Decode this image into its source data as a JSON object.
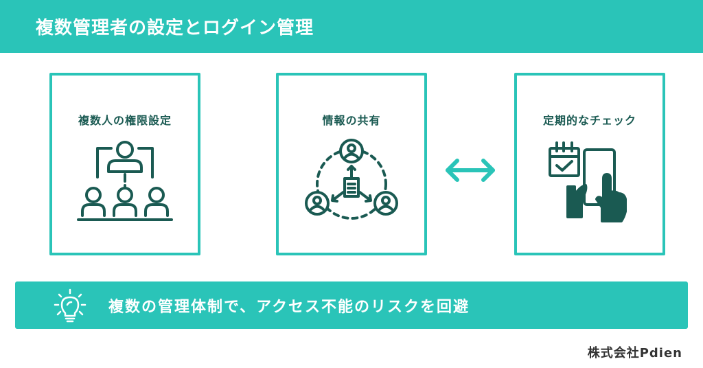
{
  "header": {
    "title": "複数管理者の設定とログイン管理"
  },
  "cards": [
    {
      "label": "複数人の権限設定",
      "icon": "team-hierarchy-icon"
    },
    {
      "label": "情報の共有",
      "icon": "information-sharing-icon"
    },
    {
      "label": "定期的なチェック",
      "icon": "calendar-check-phone-icon"
    }
  ],
  "connector": {
    "icon": "double-arrow-icon"
  },
  "banner": {
    "text": "複数の管理体制で、アクセス不能のリスクを回避",
    "icon": "lightbulb-icon"
  },
  "footer": {
    "company": "株式会社Pdien"
  },
  "colors": {
    "accent": "#2ac4b8",
    "icon": "#1a5a52",
    "white": "#ffffff"
  }
}
